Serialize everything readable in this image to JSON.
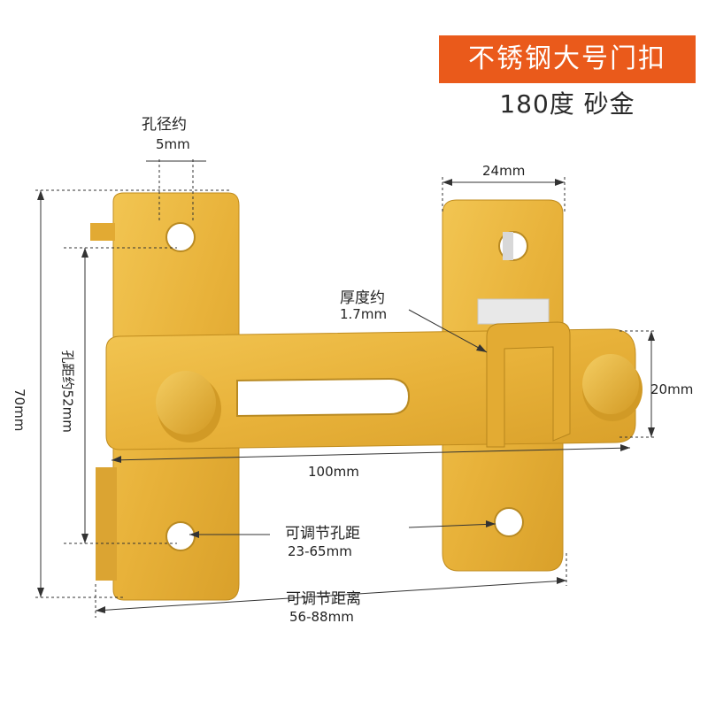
{
  "banner": {
    "title": "不锈钢大号门扣",
    "subtitle": "180度 砂金"
  },
  "colors": {
    "banner_bg": "#ea5a1b",
    "metal": "#e9b43c",
    "metal_dark": "#c9951f",
    "dim_line": "#333333"
  },
  "dimensions": {
    "hole_diameter_label": "孔径约",
    "hole_diameter_value": "5mm",
    "plate_width": "24mm",
    "thickness_label": "厚度约",
    "thickness_value": "1.7mm",
    "hole_spacing": "孔距约52mm",
    "total_height": "70mm",
    "knob_height": "20mm",
    "bar_length": "100mm",
    "adjustable_hole_label": "可调节孔距",
    "adjustable_hole_value": "23-65mm",
    "adjustable_dist_label": "可调节距离",
    "adjustable_dist_value": "56-88mm"
  }
}
